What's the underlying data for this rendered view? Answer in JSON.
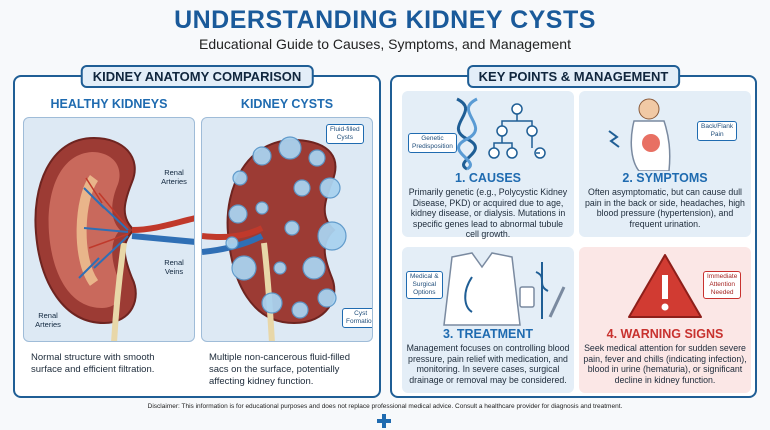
{
  "header": {
    "title": "UNDERSTANDING KIDNEY CYSTS",
    "subtitle": "Educational Guide to Causes, Symptoms, and Management"
  },
  "anatomy": {
    "panel_title": "KIDNEY ANATOMY COMPARISON",
    "healthy": {
      "title": "HEALTHY KIDNEYS",
      "labels": {
        "renal_arteries_top": "Renal\nArteries",
        "renal_veins": "Renal\nVeins",
        "renal_arteries_bottom": "Renal\nArteries"
      },
      "description": "Normal structure with smooth surface and efficient filtration."
    },
    "cysts": {
      "title": "KIDNEY CYSTS",
      "labels": {
        "fluid_filled": "Fluid-filled\nCysts",
        "cyst_formation": "Cyst\nFormation"
      },
      "description": "Multiple non-cancerous fluid-filled sacs on the surface, potentially affecting kidney function."
    }
  },
  "management": {
    "panel_title": "KEY POINTS & MANAGEMENT",
    "causes": {
      "title": "1. CAUSES",
      "tag": "Genetic\nPredisposition",
      "text": "Primarily genetic (e.g., Polycystic Kidney Disease, PKD) or acquired due to age, kidney disease, or dialysis. Mutations in specific genes lead to abnormal tubule cell growth."
    },
    "symptoms": {
      "title": "2. SYMPTOMS",
      "tag": "Back/Flank\nPain",
      "text": "Often asymptomatic, but can cause dull pain in the back or side, headaches, high blood pressure (hypertension), and frequent urination."
    },
    "treatment": {
      "title": "3. TREATMENT",
      "tag": "Medical &\nSurgical\nOptions",
      "text": "Management focuses on controlling blood pressure, pain relief with medication, and monitoring. In severe cases, surgical drainage or removal may be considered."
    },
    "warning": {
      "title": "4. WARNING SIGNS",
      "tag": "Immediate\nAttention\nNeeded",
      "text": "Seek medical attention for sudden severe pain, fever and chills (indicating infection), blood in urine (hematuria), or significant decline in kidney function."
    }
  },
  "footer": {
    "disclaimer": "Disclaimer: This information is for educational purposes and does not replace professional medical advice. Consult a healthcare provider for diagnosis and treatment."
  },
  "colors": {
    "accent": "#1f6bb0",
    "warning": "#c8322f",
    "kidney": "#9c3b34"
  }
}
